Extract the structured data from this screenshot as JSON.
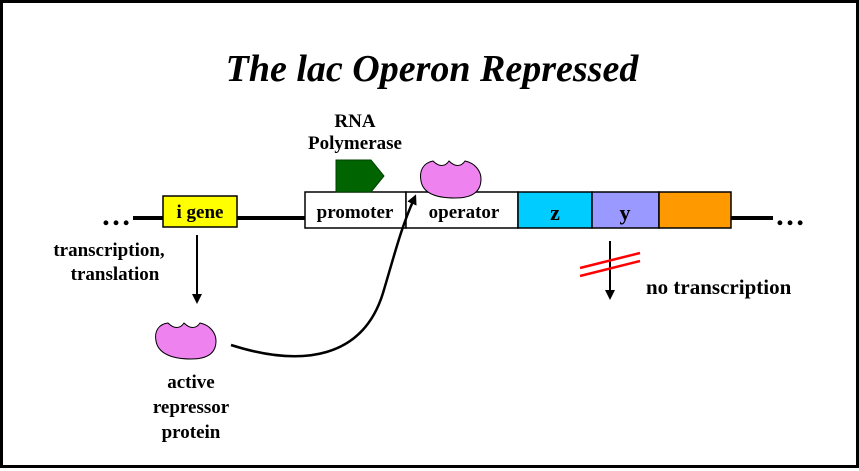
{
  "title": "The lac Operon Repressed",
  "rna_polymerase_label": [
    "RNA",
    "Polymerase"
  ],
  "dna": {
    "left_dots": "…",
    "right_dots": "…",
    "i_gene_label": "i gene",
    "promoter_label": "promoter",
    "operator_label": "operator",
    "z_label": "z",
    "y_label": "y"
  },
  "transcription_translation_label": [
    "transcription,",
    "translation"
  ],
  "repressor_label": [
    "active",
    "repressor",
    "protein"
  ],
  "no_transcription_label": "no transcription",
  "colors": {
    "i_gene": "#ffff00",
    "z_gene": "#00ccff",
    "y_gene": "#9999ff",
    "a_gene": "#ff9900",
    "repressor": "#ee82ee",
    "polymerase": "#006400",
    "block_mark": "#ff0000"
  }
}
